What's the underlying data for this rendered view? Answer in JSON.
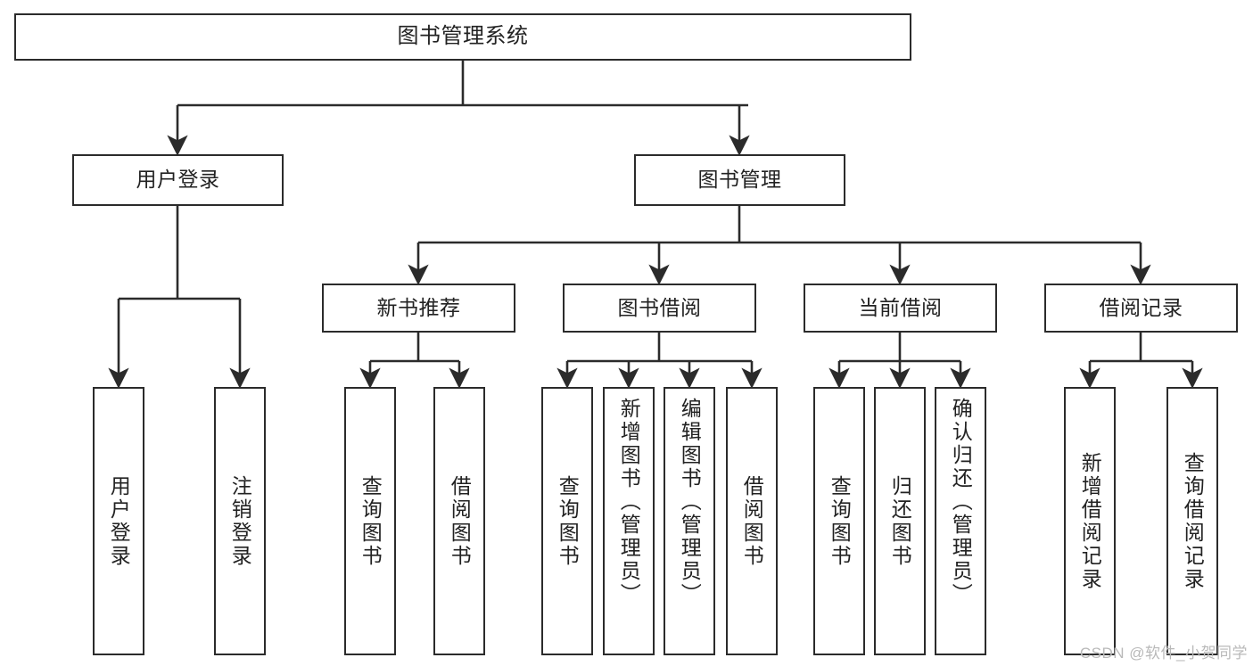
{
  "diagram": {
    "title": "图书管理系统",
    "watermark": "CSDN @软件_小贺同学",
    "colors": {
      "stroke": "#2b2b2b",
      "fill": "#ffffff",
      "text": "#222222",
      "watermark": "#b9b9b9"
    },
    "root": {
      "label": "图书管理系统"
    },
    "level2": [
      {
        "label": "用户登录"
      },
      {
        "label": "图书管理"
      }
    ],
    "level3": [
      {
        "label": "新书推荐"
      },
      {
        "label": "图书借阅"
      },
      {
        "label": "当前借阅"
      },
      {
        "label": "借阅记录"
      }
    ],
    "leaves": {
      "user_login": [
        {
          "label": "用户登录"
        },
        {
          "label": "注销登录"
        }
      ],
      "new_book": [
        {
          "label": "查询图书"
        },
        {
          "label": "借阅图书"
        }
      ],
      "borrow": [
        {
          "label": "查询图书"
        },
        {
          "label": "新增图书（管理员）"
        },
        {
          "label": "编辑图书（管理员）"
        },
        {
          "label": "借阅图书"
        }
      ],
      "current": [
        {
          "label": "查询图书"
        },
        {
          "label": "归还图书"
        },
        {
          "label": "确认归还（管理员）"
        }
      ],
      "records": [
        {
          "label": "新增借阅记录"
        },
        {
          "label": "查询借阅记录"
        }
      ]
    }
  }
}
